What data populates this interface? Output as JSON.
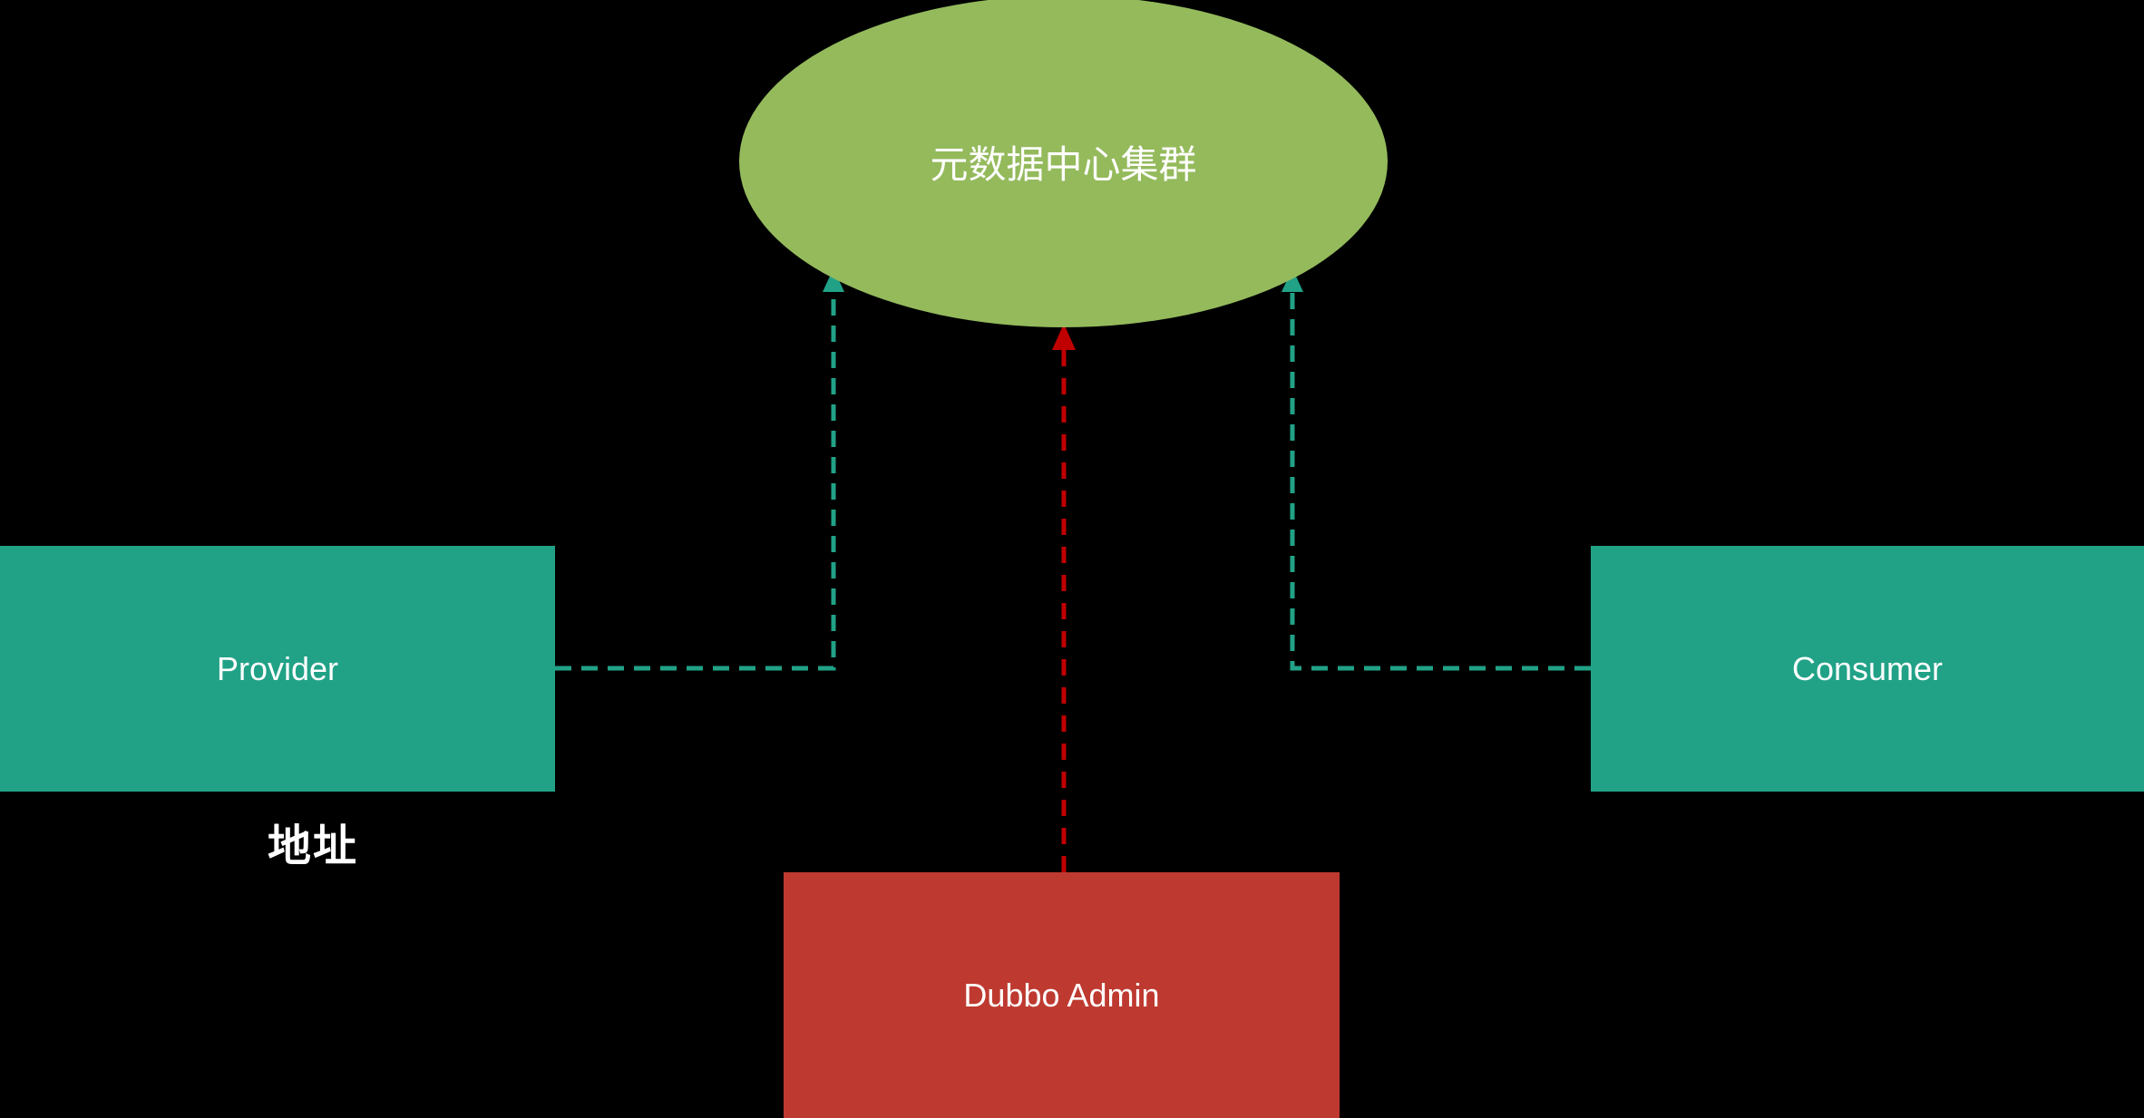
{
  "diagram": {
    "nodes": {
      "metadata_cluster": {
        "label": "元数据中心集群",
        "shape": "ellipse"
      },
      "provider": {
        "label": "Provider",
        "shape": "rect"
      },
      "consumer": {
        "label": "Consumer",
        "shape": "rect"
      },
      "dubbo_admin": {
        "label": "Dubbo Admin",
        "shape": "rect"
      }
    },
    "annotations": {
      "address_label": "地址"
    },
    "connectors": [
      {
        "from": "provider",
        "to": "metadata_cluster",
        "style": "dashed",
        "color_key": "arrow_teal"
      },
      {
        "from": "consumer",
        "to": "metadata_cluster",
        "style": "dashed",
        "color_key": "arrow_teal"
      },
      {
        "from": "dubbo_admin",
        "to": "metadata_cluster",
        "style": "dashed",
        "color_key": "arrow_red"
      }
    ],
    "colors": {
      "background": "#000000",
      "ellipse_green": "#94BA5C",
      "box_teal": "#21A287",
      "box_red": "#BE3A30",
      "arrow_teal": "#21A287",
      "arrow_red": "#C00000",
      "text": "#FFFFFF"
    }
  }
}
